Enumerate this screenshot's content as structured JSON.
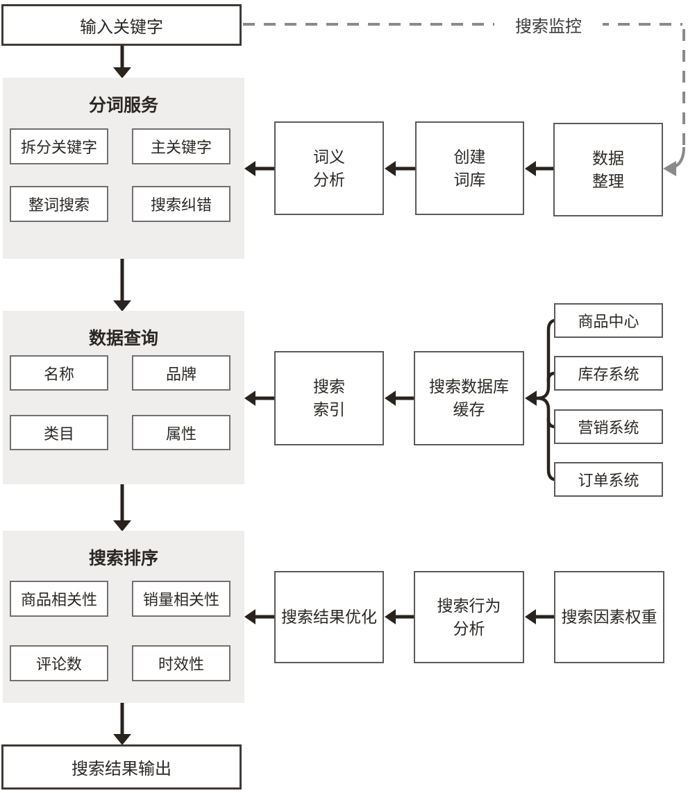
{
  "diagram": {
    "input": {
      "label": "输入关键字"
    },
    "monitor": {
      "label": "搜索监控"
    },
    "sections": [
      {
        "title": "分词服务",
        "items": [
          "拆分关键字",
          "主关键字",
          "整词搜索",
          "搜索纠错"
        ]
      },
      {
        "title": "数据查询",
        "items": [
          "名称",
          "品牌",
          "类目",
          "属性"
        ]
      },
      {
        "title": "搜索排序",
        "items": [
          "商品相关性",
          "销量相关性",
          "评论数",
          "时效性"
        ]
      }
    ],
    "flow": {
      "row1": [
        "词义\n分析",
        "创建\n词库",
        "数据\n整理"
      ],
      "row2": [
        "搜索\n索引",
        "搜索数据库\n缓存"
      ],
      "row3": [
        "搜索结果优化",
        "搜索行为\n分析",
        "搜索因素权重"
      ]
    },
    "systems": [
      "商品中心",
      "库存系统",
      "营销系统",
      "订单系统"
    ],
    "output": {
      "label": "搜索结果输出"
    }
  },
  "colors": {
    "section_bg": "#efeeed",
    "arrow": "#29231f",
    "monitor_line": "#8a8a8a",
    "box_border": "#5a5a5c",
    "sub_box_border": "#707072",
    "terminal_border": "#3e3a38",
    "text": "#2b2724"
  }
}
